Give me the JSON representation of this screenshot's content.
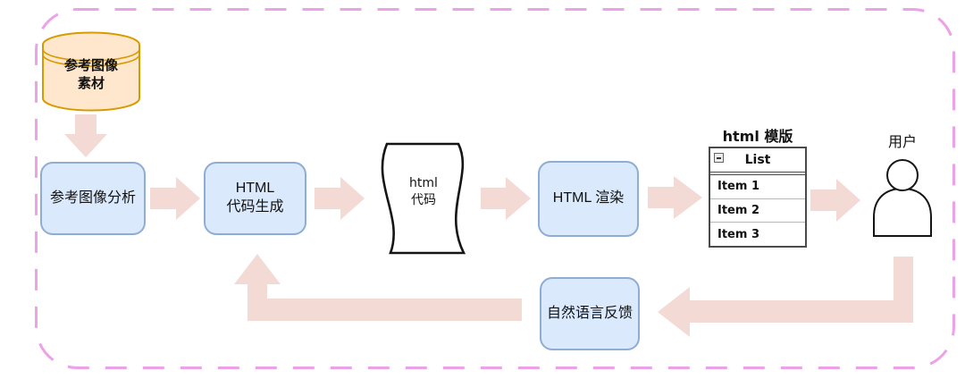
{
  "diagram": {
    "source_db": {
      "label": "参考图像\n素材"
    },
    "nodes": {
      "analysis": {
        "label": "参考图像分析"
      },
      "codegen": {
        "label": "HTML\n代码生成"
      },
      "code_doc": {
        "label": "html\n代码"
      },
      "render": {
        "label": "HTML 渲染"
      },
      "feedback": {
        "label": "自然语言反馈"
      }
    },
    "template_preview": {
      "title": "html 模版",
      "header": "List",
      "collapse_icon": "minus",
      "items": [
        "Item 1",
        "Item 2",
        "Item 3"
      ]
    },
    "user": {
      "label": "用户"
    },
    "colors": {
      "arrow": "#F4DAD5",
      "box_fill": "#DAE9FB",
      "box_border": "#8FACD3",
      "cylinder_fill": "#FFE7CE",
      "cylinder_border": "#D79B00",
      "dashed_border": "#EDA2E8",
      "widget_border": "#4A4A4A",
      "shape_stroke": "#151515",
      "text": "#111111"
    }
  }
}
